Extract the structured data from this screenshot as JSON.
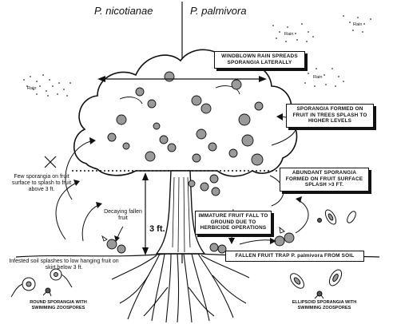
{
  "headers": {
    "left": "P. nicotianae",
    "right": "P. palmivora"
  },
  "clouds": {
    "rain_a": "Rain",
    "rain_b": "Rain",
    "rain_c": "Rain",
    "rain_d": "Rain"
  },
  "boxes": {
    "windblown": "WINDBLOWN RAIN SPREADS SPORANGIA LATERALLY",
    "trees_splash": "SPORANGIA FORMED ON FRUIT IN TREES SPLASH TO HIGHER LEVELS",
    "abundant": "ABUNDANT SPORANGIA FORMED ON FRUIT SURFACE SPLASH >3 FT.",
    "immature": "IMMATURE FRUIT FALL TO GROUND DUE TO HERBICIDE OPERATIONS",
    "fallen": "FALLEN FRUIT TRAP P. palmivora FROM SOIL"
  },
  "labels": {
    "few_sporangia": "Few sporangia on fruit surface to splash to fruit above 3 ft.",
    "decaying": "Decaying fallen fruit",
    "height": "3 ft.",
    "infested": "Infested soil splashes to low hanging fruit on skirt below 3 ft.",
    "round": "ROUND SPORANGIA WITH SWIMMING ZOOSPORES",
    "ellipsoid": "ELLIPSOID SPORANGIA WITH SWIMMING ZOOSPORES"
  }
}
